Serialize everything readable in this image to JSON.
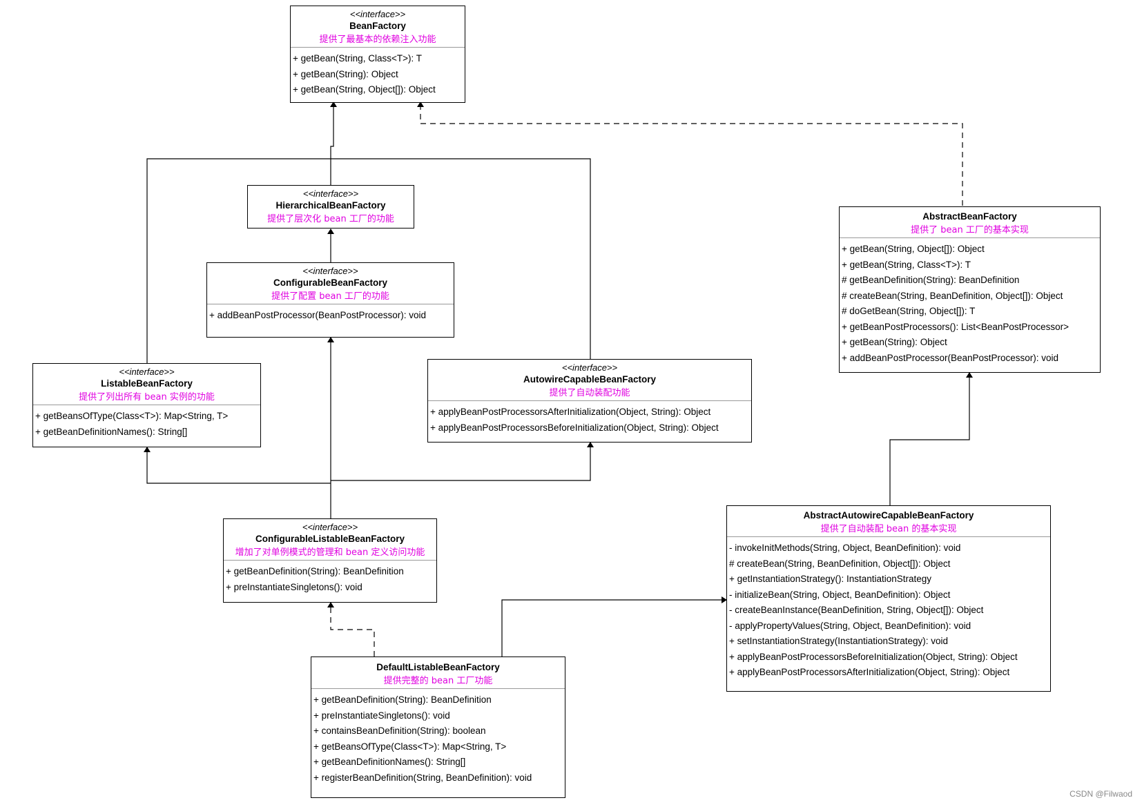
{
  "classes": {
    "bean_factory": {
      "stereotype": "<<interface>>",
      "name": "BeanFactory",
      "desc": "提供了最基本的依赖注入功能",
      "members": [
        "+ getBean(String, Class<T>): T",
        "+ getBean(String): Object",
        "+ getBean(String, Object[]): Object"
      ]
    },
    "hierarchical_bean_factory": {
      "stereotype": "<<interface>>",
      "name": "HierarchicalBeanFactory",
      "desc": "提供了层次化 bean 工厂的功能"
    },
    "configurable_bean_factory": {
      "stereotype": "<<interface>>",
      "name": "ConfigurableBeanFactory",
      "desc": "提供了配置 bean 工厂的功能",
      "members": [
        "+ addBeanPostProcessor(BeanPostProcessor): void"
      ]
    },
    "listable_bean_factory": {
      "stereotype": "<<interface>>",
      "name": "ListableBeanFactory",
      "desc": "提供了列出所有 bean 实例的功能",
      "members": [
        "+ getBeansOfType(Class<T>): Map<String, T>",
        "+ getBeanDefinitionNames(): String[]"
      ]
    },
    "autowire_capable_bean_factory": {
      "stereotype": "<<interface>>",
      "name": "AutowireCapableBeanFactory",
      "desc": "提供了自动装配功能",
      "members": [
        "+ applyBeanPostProcessorsAfterInitialization(Object, String): Object",
        "+ applyBeanPostProcessorsBeforeInitialization(Object, String): Object"
      ]
    },
    "configurable_listable_bean_factory": {
      "stereotype": "<<interface>>",
      "name": "ConfigurableListableBeanFactory",
      "desc": "增加了对单例模式的管理和 bean 定义访问功能",
      "members": [
        "+ getBeanDefinition(String): BeanDefinition",
        "+ preInstantiateSingletons(): void"
      ]
    },
    "default_listable_bean_factory": {
      "name": "DefaultListableBeanFactory",
      "desc": "提供完整的 bean 工厂功能",
      "members": [
        "+ getBeanDefinition(String): BeanDefinition",
        "+ preInstantiateSingletons(): void",
        "+ containsBeanDefinition(String): boolean",
        "+ getBeansOfType(Class<T>): Map<String, T>",
        "+ getBeanDefinitionNames(): String[]",
        "+ registerBeanDefinition(String, BeanDefinition): void"
      ]
    },
    "abstract_bean_factory": {
      "name": "AbstractBeanFactory",
      "desc": "提供了 bean 工厂的基本实现",
      "members": [
        "+ getBean(String, Object[]): Object",
        "+ getBean(String, Class<T>): T",
        "# getBeanDefinition(String): BeanDefinition",
        "# createBean(String, BeanDefinition, Object[]): Object",
        "# doGetBean(String, Object[]): T",
        "+ getBeanPostProcessors(): List<BeanPostProcessor>",
        "+ getBean(String): Object",
        "+ addBeanPostProcessor(BeanPostProcessor): void"
      ]
    },
    "abstract_autowire_capable_bean_factory": {
      "name": "AbstractAutowireCapableBeanFactory",
      "desc": "提供了自动装配 bean 的基本实现",
      "members": [
        "- invokeInitMethods(String, Object, BeanDefinition): void",
        "# createBean(String, BeanDefinition, Object[]): Object",
        "+ getInstantiationStrategy(): InstantiationStrategy",
        "- initializeBean(String, Object, BeanDefinition): Object",
        "- createBeanInstance(BeanDefinition, String, Object[]): Object",
        "- applyPropertyValues(String, Object, BeanDefinition): void",
        "+ setInstantiationStrategy(InstantiationStrategy): void",
        "+ applyBeanPostProcessorsBeforeInitialization(Object, String): Object",
        "+ applyBeanPostProcessorsAfterInitialization(Object, String): Object"
      ]
    }
  },
  "watermark": "CSDN @Filwaod"
}
